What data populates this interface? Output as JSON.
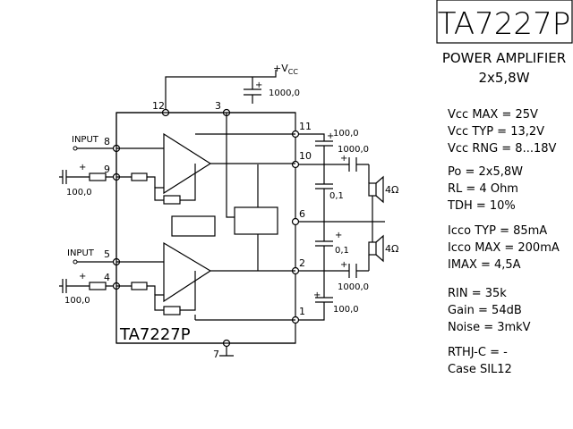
{
  "title": "TA7227P",
  "subtitle1": "POWER AMPLIFIER",
  "subtitle2": "2x5,8W",
  "chip_label": "TA7227P",
  "vcc_label": "+V",
  "vcc_sub": "CC",
  "pins": {
    "p12": "12",
    "p3": "3",
    "p11": "11",
    "p8": "8",
    "p10": "10",
    "p9": "9",
    "p6": "6",
    "p5": "5",
    "p4": "4",
    "p2": "2",
    "p1": "1",
    "p7": "7"
  },
  "labels": {
    "input_top": "INPUT",
    "input_bottom": "INPUT",
    "cap_vcc": "1000,0",
    "cap_100_top": "100,0",
    "cap_1000_top": "1000,0",
    "cap_01_top": "0,1",
    "cap_01_mid": "0,1",
    "cap_1000_bot": "1000,0",
    "cap_100_bot": "100,0",
    "cap_in_top": "100,0",
    "cap_in_bot": "100,0",
    "spk_top": "4Ω",
    "spk_bot": "4Ω",
    "plus": "+"
  },
  "specs": [
    "Vcc MAX = 25V",
    "Vcc TYP = 13,2V",
    "Vcc RNG = 8...18V",
    "Po = 2x5,8W",
    "RL = 4 Ohm",
    "TDH = 10%",
    "Icco TYP = 85mA",
    "Icco MAX = 200mA",
    "IMAX = 4,5A",
    "RIN = 35k",
    "Gain = 54dB",
    "Noise = 3mkV",
    "RTHJ-C = -",
    "Case SIL12"
  ]
}
